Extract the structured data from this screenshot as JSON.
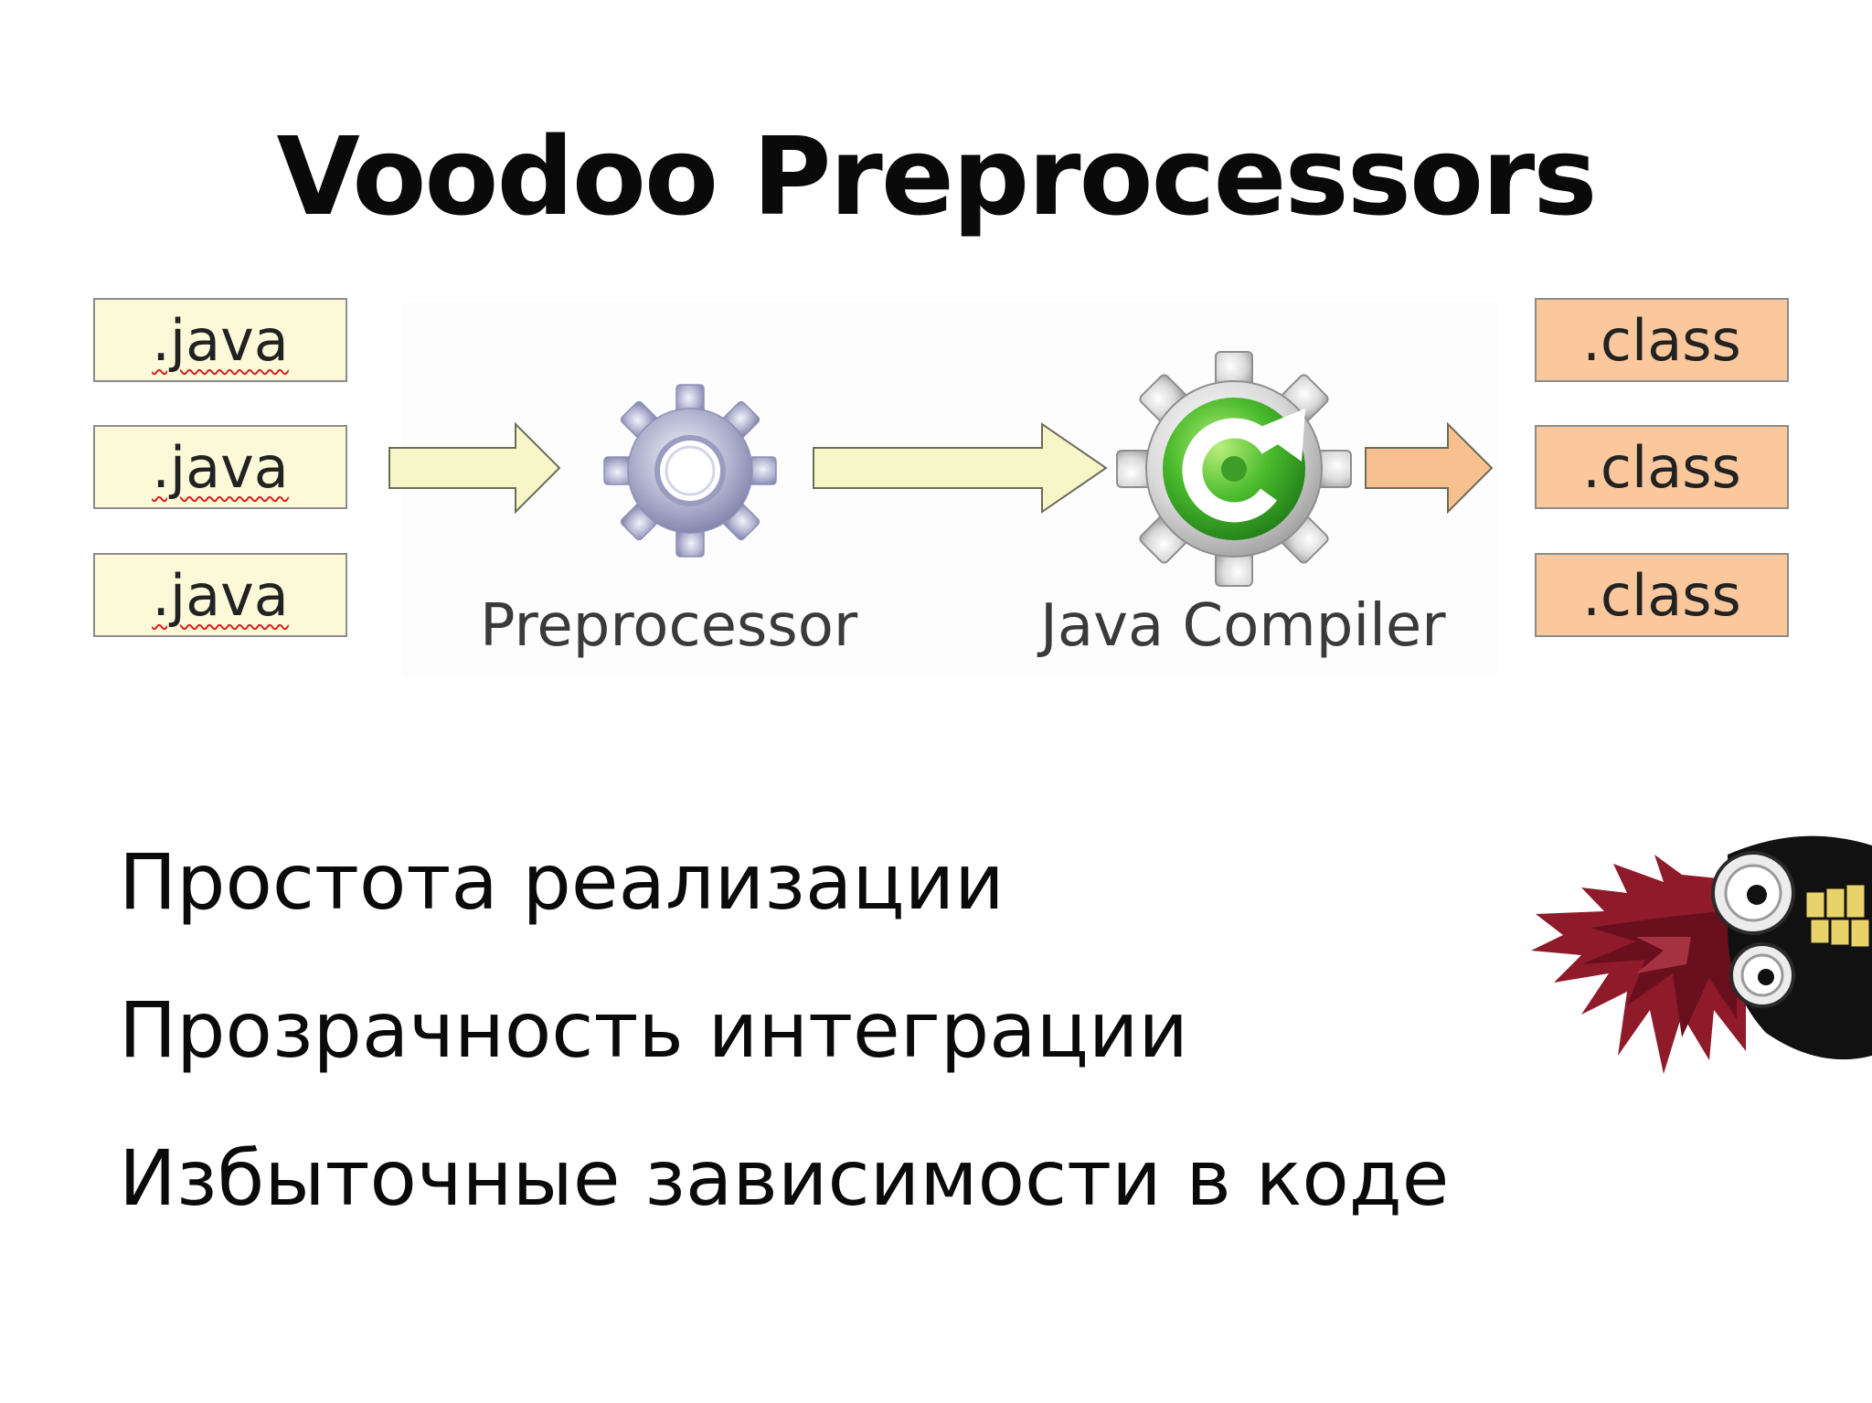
{
  "slide": {
    "title": "Voodoo Preprocessors"
  },
  "diagram": {
    "sources": [
      {
        "label": ".java"
      },
      {
        "label": ".java"
      },
      {
        "label": ".java"
      }
    ],
    "stages": [
      {
        "label": "Preprocessor",
        "icon": "gear-icon"
      },
      {
        "label": "Java Compiler",
        "icon": "compile-gear-icon"
      }
    ],
    "outputs": [
      {
        "label": ".class"
      },
      {
        "label": ".class"
      },
      {
        "label": ".class"
      }
    ],
    "colors": {
      "source_box": "#fcf9d9",
      "output_box": "#fac89c",
      "arrow_yellow": "#f7f6c9",
      "arrow_orange": "#f8c08e",
      "compiler_green": "#3faa2c"
    }
  },
  "bullets": [
    "Простота реализации",
    "Прозрачность интеграции",
    "Избыточные зависимости в коде"
  ],
  "mascot": {
    "icon": "voodoo-mascot-icon"
  }
}
